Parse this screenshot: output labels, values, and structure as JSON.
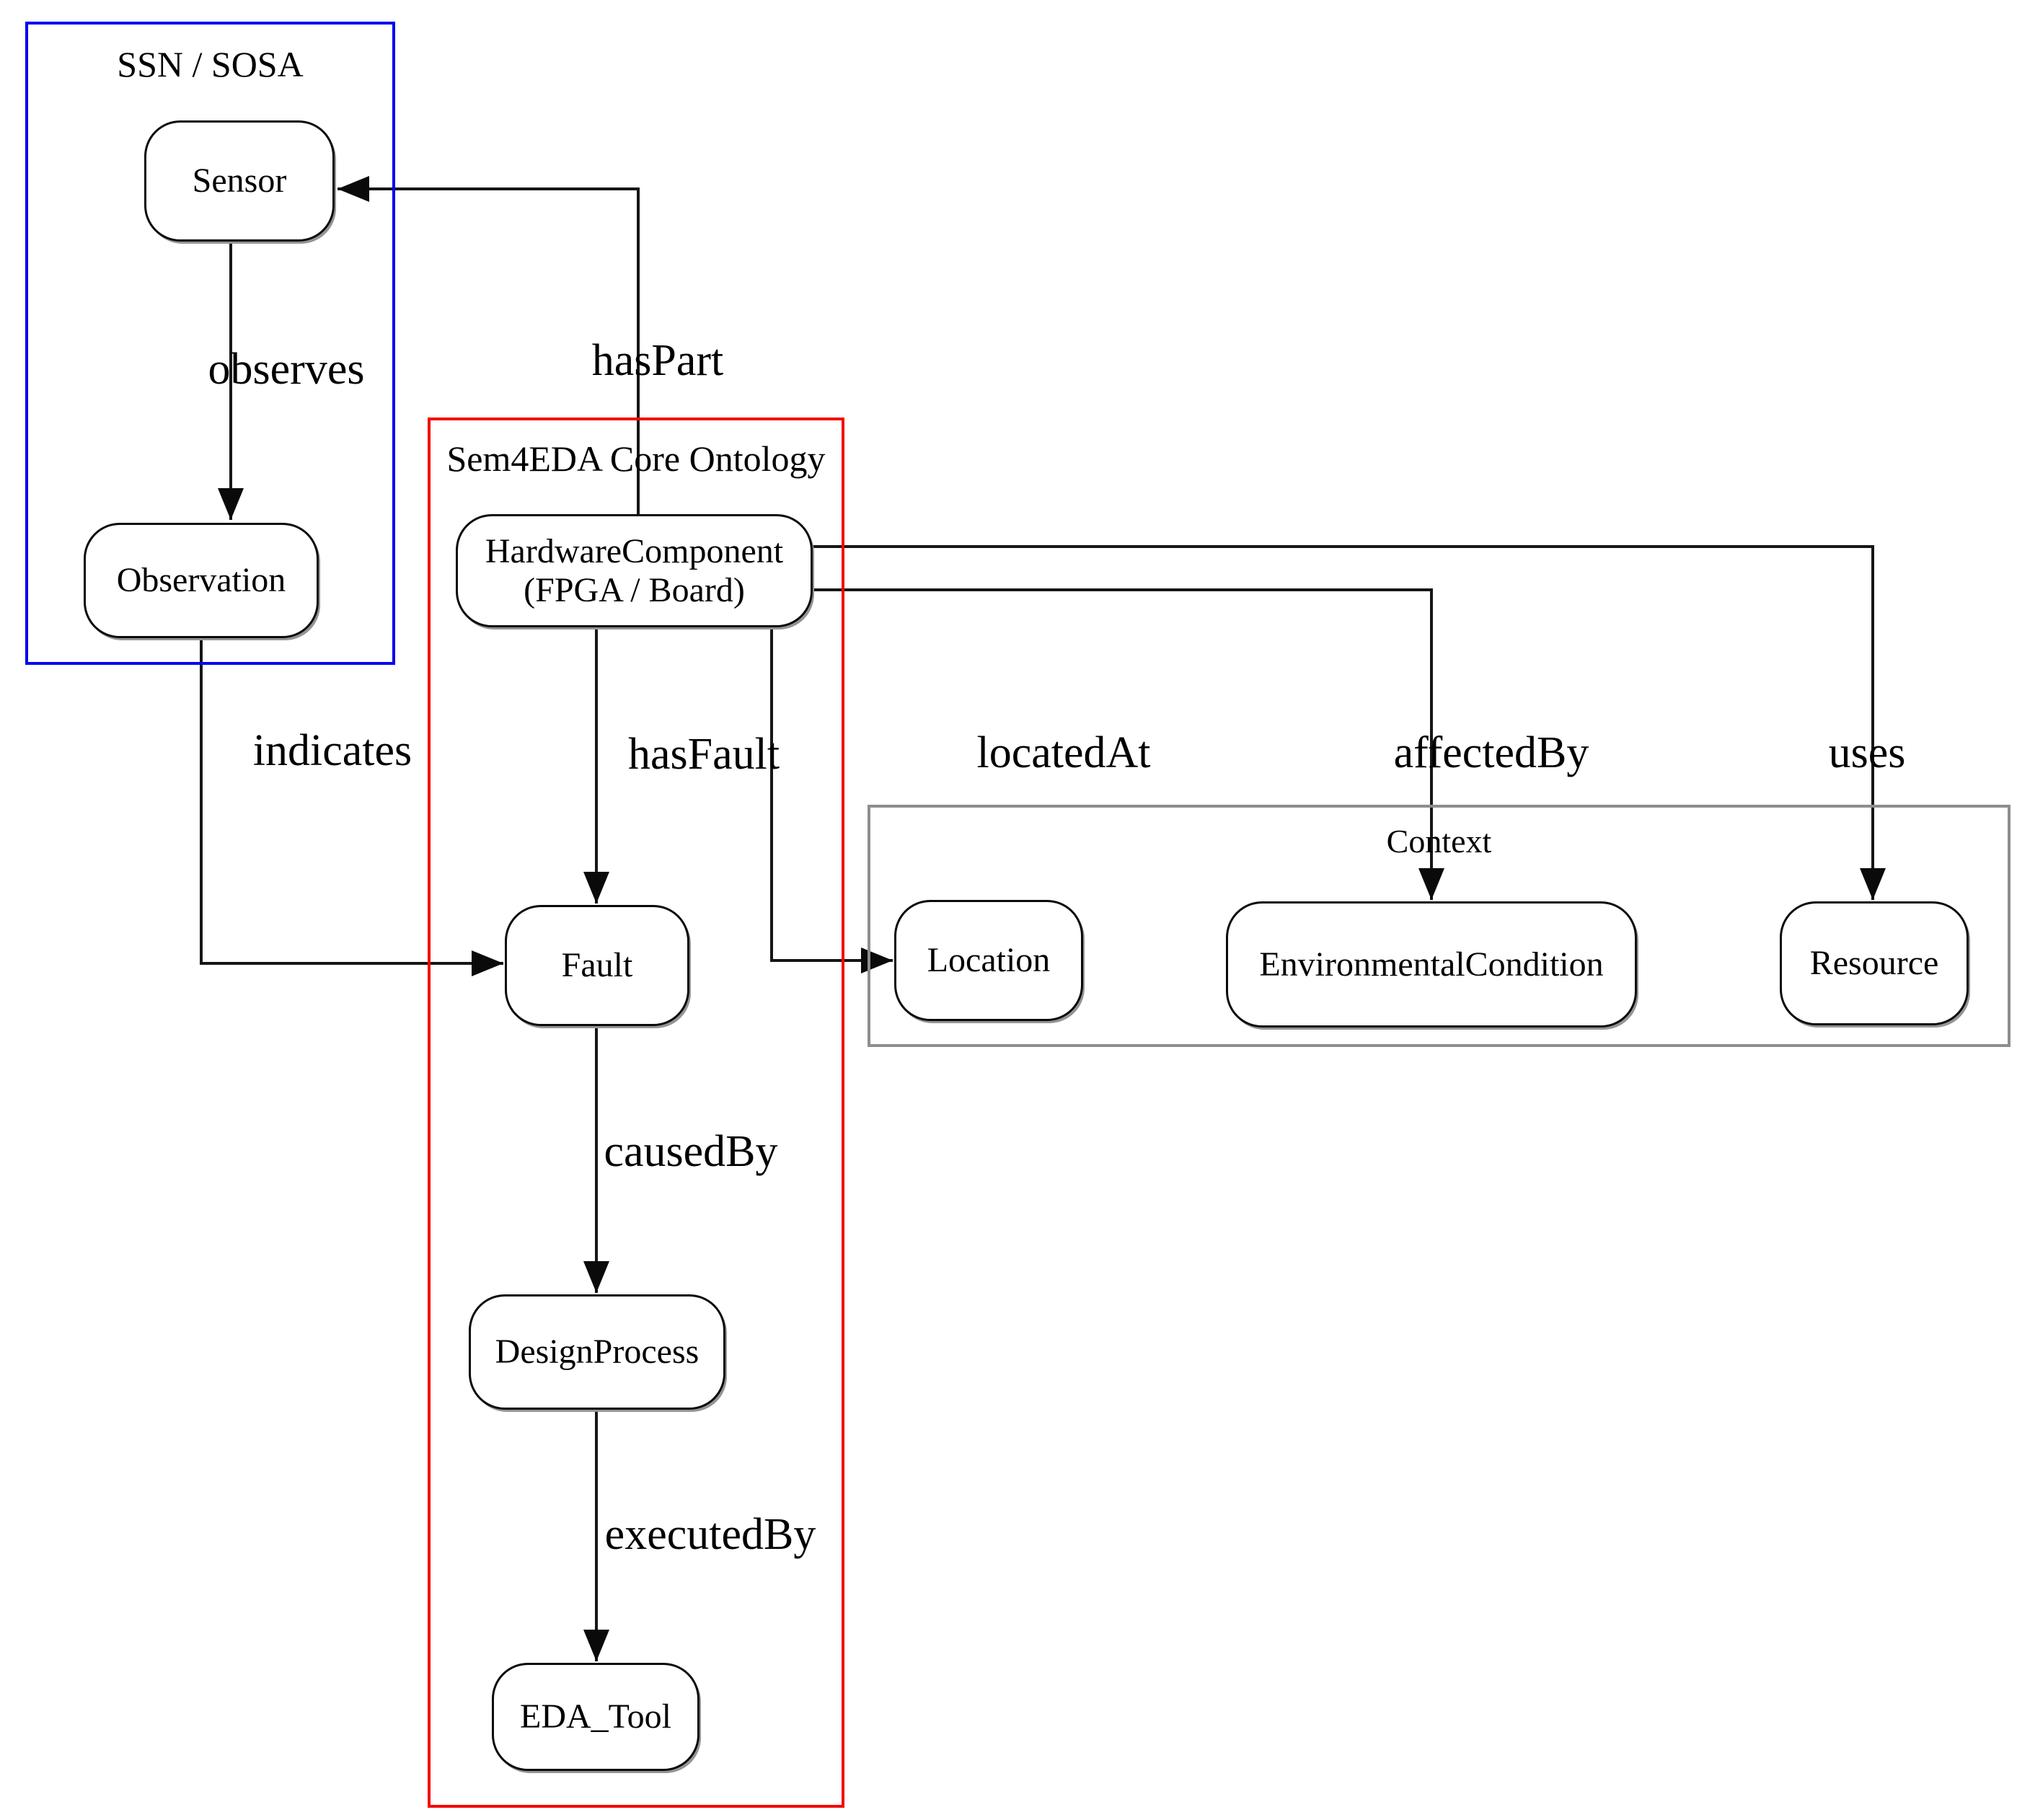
{
  "diagram": {
    "title": "Sem4EDA ontology overview",
    "groups": [
      {
        "id": "ssn",
        "title": "SSN / SOSA",
        "border_color": "#0404f2"
      },
      {
        "id": "sem4eda",
        "title": "Sem4EDA Core Ontology",
        "border_color": "#f40404"
      },
      {
        "id": "context",
        "title": "Context",
        "border_color": "#8e8e8e"
      }
    ],
    "nodes": [
      {
        "id": "sensor",
        "label": "Sensor",
        "group": "ssn"
      },
      {
        "id": "observation",
        "label": "Observation",
        "group": "ssn"
      },
      {
        "id": "hardware",
        "label": "HardwareComponent",
        "sublabel": "(FPGA / Board)",
        "group": "sem4eda"
      },
      {
        "id": "fault",
        "label": "Fault",
        "group": "sem4eda"
      },
      {
        "id": "design",
        "label": "DesignProcess",
        "group": "sem4eda"
      },
      {
        "id": "eda",
        "label": "EDA_Tool",
        "group": "sem4eda"
      },
      {
        "id": "location",
        "label": "Location",
        "group": "context"
      },
      {
        "id": "environmental",
        "label": "EnvironmentalCondition",
        "group": "context"
      },
      {
        "id": "resource",
        "label": "Resource",
        "group": "context"
      }
    ],
    "edges": [
      {
        "label": "observes",
        "source": "Sensor",
        "target": "Observation"
      },
      {
        "label": "hasPart",
        "source": "HardwareComponent",
        "target": "Sensor"
      },
      {
        "label": "indicates",
        "source": "Observation",
        "target": "Fault"
      },
      {
        "label": "hasFault",
        "source": "HardwareComponent",
        "target": "Fault"
      },
      {
        "label": "locatedAt",
        "source": "HardwareComponent",
        "target": "Location"
      },
      {
        "label": "affectedBy",
        "source": "HardwareComponent",
        "target": "EnvironmentalCondition"
      },
      {
        "label": "uses",
        "source": "HardwareComponent",
        "target": "Resource"
      },
      {
        "label": "causedBy",
        "source": "Fault",
        "target": "DesignProcess"
      },
      {
        "label": "executedBy",
        "source": "DesignProcess",
        "target": "EDA_Tool"
      }
    ],
    "colors": {
      "background": "#ffffff",
      "node_border": "#0a0a0a",
      "edge": "#161616",
      "text": "#000000"
    }
  }
}
